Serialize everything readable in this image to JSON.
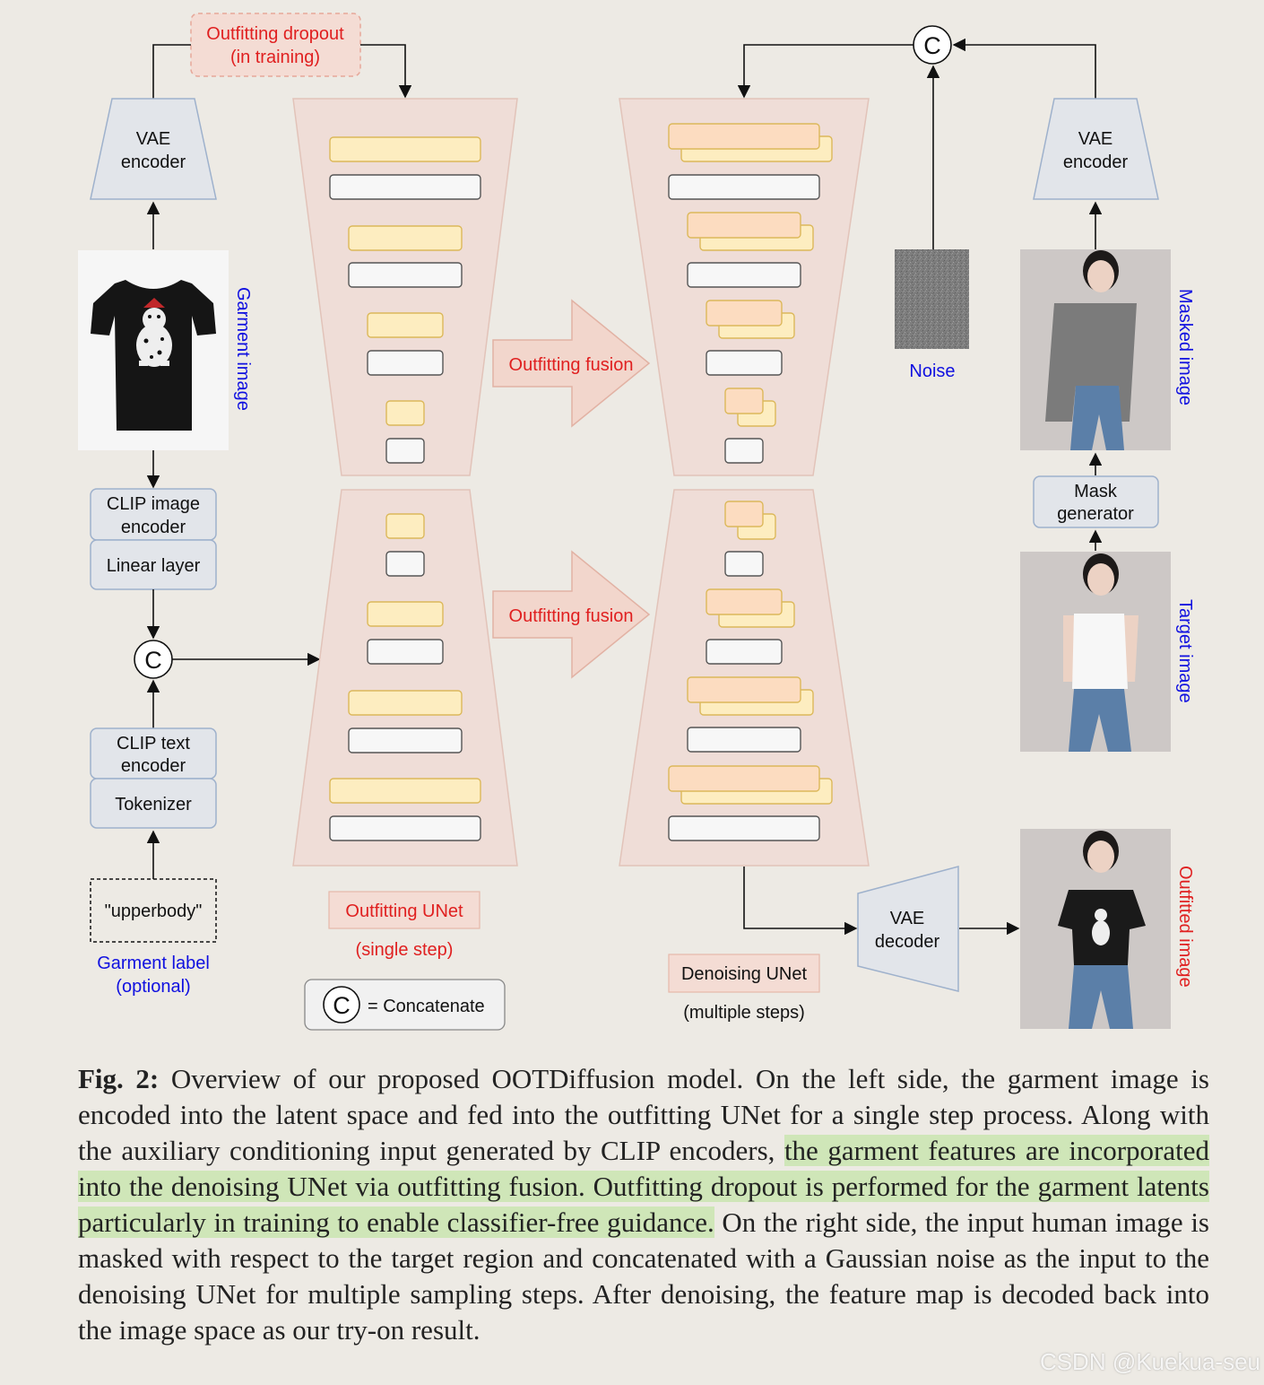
{
  "labels": {
    "outfitting_dropout": [
      "Outfitting dropout",
      "(in training)"
    ],
    "vae_encoder_left": [
      "VAE",
      "encoder"
    ],
    "vae_encoder_right": [
      "VAE",
      "encoder"
    ],
    "vae_decoder": [
      "VAE",
      "decoder"
    ],
    "garment_image": "Garment image",
    "masked_image": "Masked image",
    "target_image": "Target image",
    "outfitted_image": "Outfitted image",
    "clip_image_encoder": [
      "CLIP image",
      "encoder"
    ],
    "linear_layer": "Linear layer",
    "clip_text_encoder": [
      "CLIP text",
      "encoder"
    ],
    "tokenizer": "Tokenizer",
    "garment_label_value": "\"upperbody\"",
    "garment_label": [
      "Garment label",
      "(optional)"
    ],
    "concat_symbol": "C",
    "outfitting_fusion": "Outfitting fusion",
    "noise": "Noise",
    "mask_generator": [
      "Mask",
      "generator"
    ],
    "outfitting_unet": "Outfitting UNet",
    "outfitting_unet_sub": "(single step)",
    "denoising_unet": "Denoising UNet",
    "denoising_unet_sub": "(multiple steps)",
    "legend_concat": "= Concatenate"
  },
  "caption": {
    "fig": "Fig. 2:",
    "part1": " Overview of our proposed OOTDiffusion model. On the left side, the garment image is encoded into the latent space and fed into the outfitting UNet for a single step process. Along with the auxiliary conditioning input generated by CLIP encoders, ",
    "highlight": "the garment features are incorporated into the denoising UNet via outfitting fusion. Outfitting dropout is performed for the garment latents particularly in training to enable classifier-free guidance.",
    "part2": " On the right side, the input human image is masked with respect to the target region and concatenated with a Gaussian noise as the input to the denoising UNet for multiple sampling steps. After denoising, the feature map is decoded back into the image space as our try-on result."
  },
  "watermark": "CSDN @Kuekua-seu",
  "colors": {
    "red_label": "#e02020",
    "blue_label": "#1010e0",
    "unet_fill": "#efddd7",
    "unet_stroke": "#e2c3b9",
    "feature_yellow": "#fdedc0",
    "feature_orange": "#fcdcc0",
    "box_gray": "#e2e5ea",
    "box_stroke": "#9eb1cc",
    "highlight": "#cfe6b8"
  }
}
